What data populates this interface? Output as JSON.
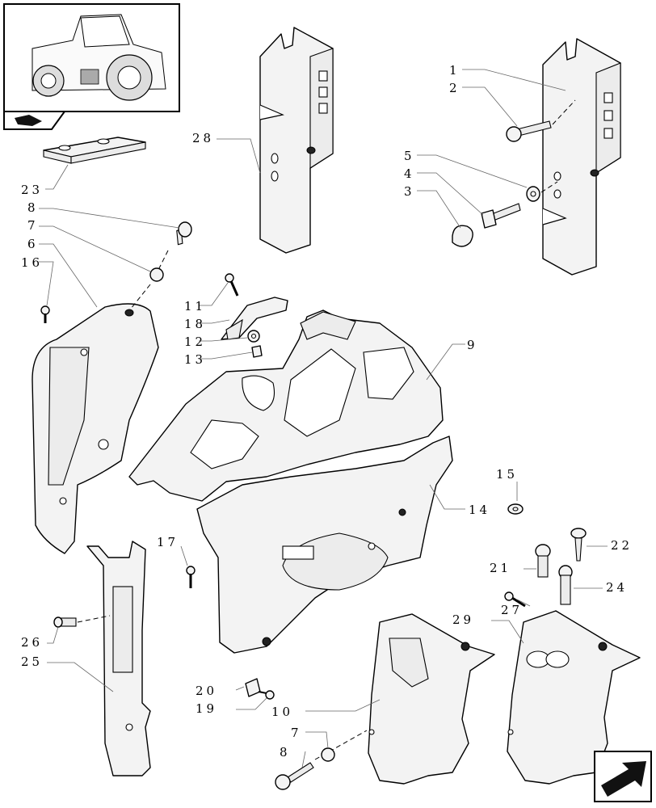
{
  "callouts": [
    {
      "id": "c1",
      "text": "1"
    },
    {
      "id": "c2",
      "text": "2"
    },
    {
      "id": "c3",
      "text": "3"
    },
    {
      "id": "c4",
      "text": "4"
    },
    {
      "id": "c5",
      "text": "5"
    },
    {
      "id": "c6",
      "text": "6"
    },
    {
      "id": "c7a",
      "text": "7"
    },
    {
      "id": "c7b",
      "text": "7"
    },
    {
      "id": "c8a",
      "text": "8"
    },
    {
      "id": "c8b",
      "text": "8"
    },
    {
      "id": "c9",
      "text": "9"
    },
    {
      "id": "c10",
      "text": "10"
    },
    {
      "id": "c11",
      "text": "11"
    },
    {
      "id": "c12",
      "text": "12"
    },
    {
      "id": "c13",
      "text": "13"
    },
    {
      "id": "c14",
      "text": "14"
    },
    {
      "id": "c15",
      "text": "15"
    },
    {
      "id": "c16",
      "text": "16"
    },
    {
      "id": "c17",
      "text": "17"
    },
    {
      "id": "c18",
      "text": "18"
    },
    {
      "id": "c19",
      "text": "19"
    },
    {
      "id": "c20",
      "text": "20"
    },
    {
      "id": "c21",
      "text": "21"
    },
    {
      "id": "c22",
      "text": "22"
    },
    {
      "id": "c23",
      "text": "23"
    },
    {
      "id": "c24",
      "text": "24"
    },
    {
      "id": "c25",
      "text": "25"
    },
    {
      "id": "c26",
      "text": "26"
    },
    {
      "id": "c27",
      "text": "27"
    },
    {
      "id": "c28",
      "text": "28"
    },
    {
      "id": "c29",
      "text": "29"
    }
  ],
  "icons": {
    "thumbnail": "tractor-thumbnail-icon",
    "book": "book-icon",
    "next": "next-page-arrow-icon"
  }
}
